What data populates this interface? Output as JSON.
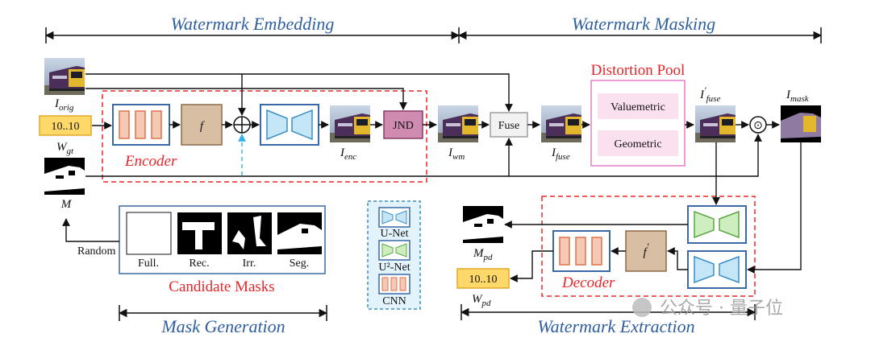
{
  "titles": {
    "embedding": "Watermark Embedding",
    "masking": "Watermark Masking",
    "mask_generation": "Mask Generation",
    "extraction": "Watermark Extraction"
  },
  "inputs": {
    "orig": "I",
    "orig_sub": "orig",
    "msg": "10..10",
    "w_gt": "W",
    "w_gt_sub": "gt",
    "mask": "M"
  },
  "encoder": {
    "label": "Encoder",
    "f": "f",
    "jnd": "JND",
    "i_enc": "I",
    "i_enc_sub": "enc"
  },
  "wm_image": {
    "label": "I",
    "sub": "wm"
  },
  "fuse": {
    "label": "Fuse",
    "out": "I",
    "out_sub": "fuse"
  },
  "distortion": {
    "title": "Distortion Pool",
    "items": [
      "Valuemetric",
      "Geometric"
    ]
  },
  "distorted": {
    "label": "I",
    "prime": "′",
    "sub": "fuse"
  },
  "mask_out": {
    "label": "I",
    "sub": "mask",
    "op": "⊙"
  },
  "candidates": {
    "title": "Candidate Masks",
    "random": "Random",
    "items": [
      "Full.",
      "Rec.",
      "Irr.",
      "Seg."
    ]
  },
  "legend": {
    "items": [
      "U-Net",
      "U²-Net",
      "CNN"
    ]
  },
  "decoder": {
    "label": "Decoder",
    "f": "f",
    "prime": "′"
  },
  "outputs": {
    "m_pd": "M",
    "m_pd_sub": "pd",
    "msg": "10..10",
    "w_pd": "W",
    "w_pd_sub": "pd"
  },
  "watermark": "公众号 · 量子位",
  "colors": {
    "title_blue": "#2f5f9e",
    "red": "#e8262a",
    "enc_f": "#d8bfa3",
    "jnd": "#d08bb0",
    "cnn_orange": "#f4c9b5",
    "unet_blue": "#c5e6f6",
    "u2net_green": "#cfeec0",
    "msg_yellow": "#ffd86a",
    "pool_pink": "#fbe1f0"
  }
}
